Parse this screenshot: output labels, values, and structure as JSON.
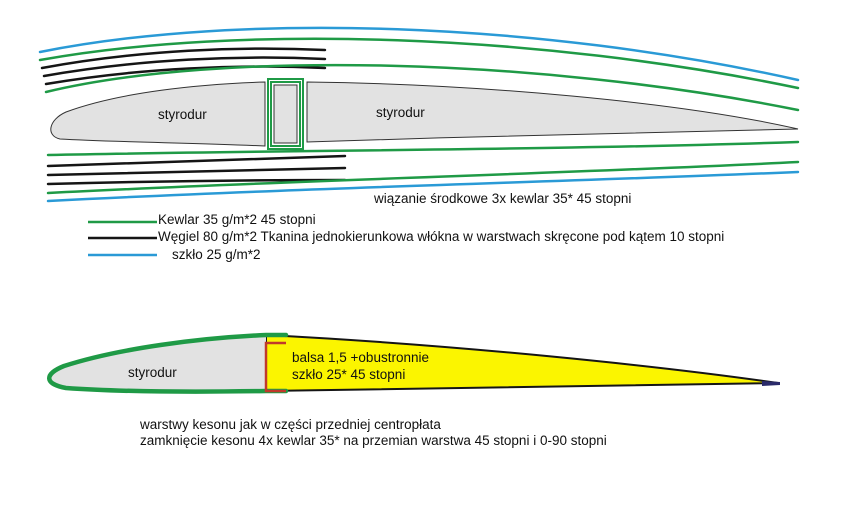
{
  "upper": {
    "core_left_label": "styrodur",
    "core_right_label": "styrodur",
    "spar_caption": "wiązanie środkowe 3x kewlar 35* 45 stopni"
  },
  "legend": {
    "items": [
      {
        "label": "Kewlar 35 g/m*2 45 stopni",
        "color": "#1f9a46"
      },
      {
        "label": "Węgiel 80 g/m*2 Tkanina jednokierunkowa włókna w warstwach skręcone pod kątem 10 stopni",
        "color": "#151515"
      },
      {
        "label": "szkło 25 g/m*2",
        "color": "#2a9ad6"
      }
    ]
  },
  "lower": {
    "core_label": "styrodur",
    "balsa_line1": "balsa 1,5 +obustronnie",
    "balsa_line2": "szkło 25* 45 stopni",
    "note_line1": "warstwy kesonu jak w części przedniej centropłata",
    "note_line2": "zamknięcie kesonu 4x kewlar 35* na przemian warstwa 45 stopni i 0-90 stopni"
  },
  "colors": {
    "kevlar": "#1f9a46",
    "carbon": "#151515",
    "glass": "#2a9ad6",
    "core_fill": "#e2e2e2",
    "balsa_fill": "#fbf500",
    "spar_red": "#c0392b"
  }
}
